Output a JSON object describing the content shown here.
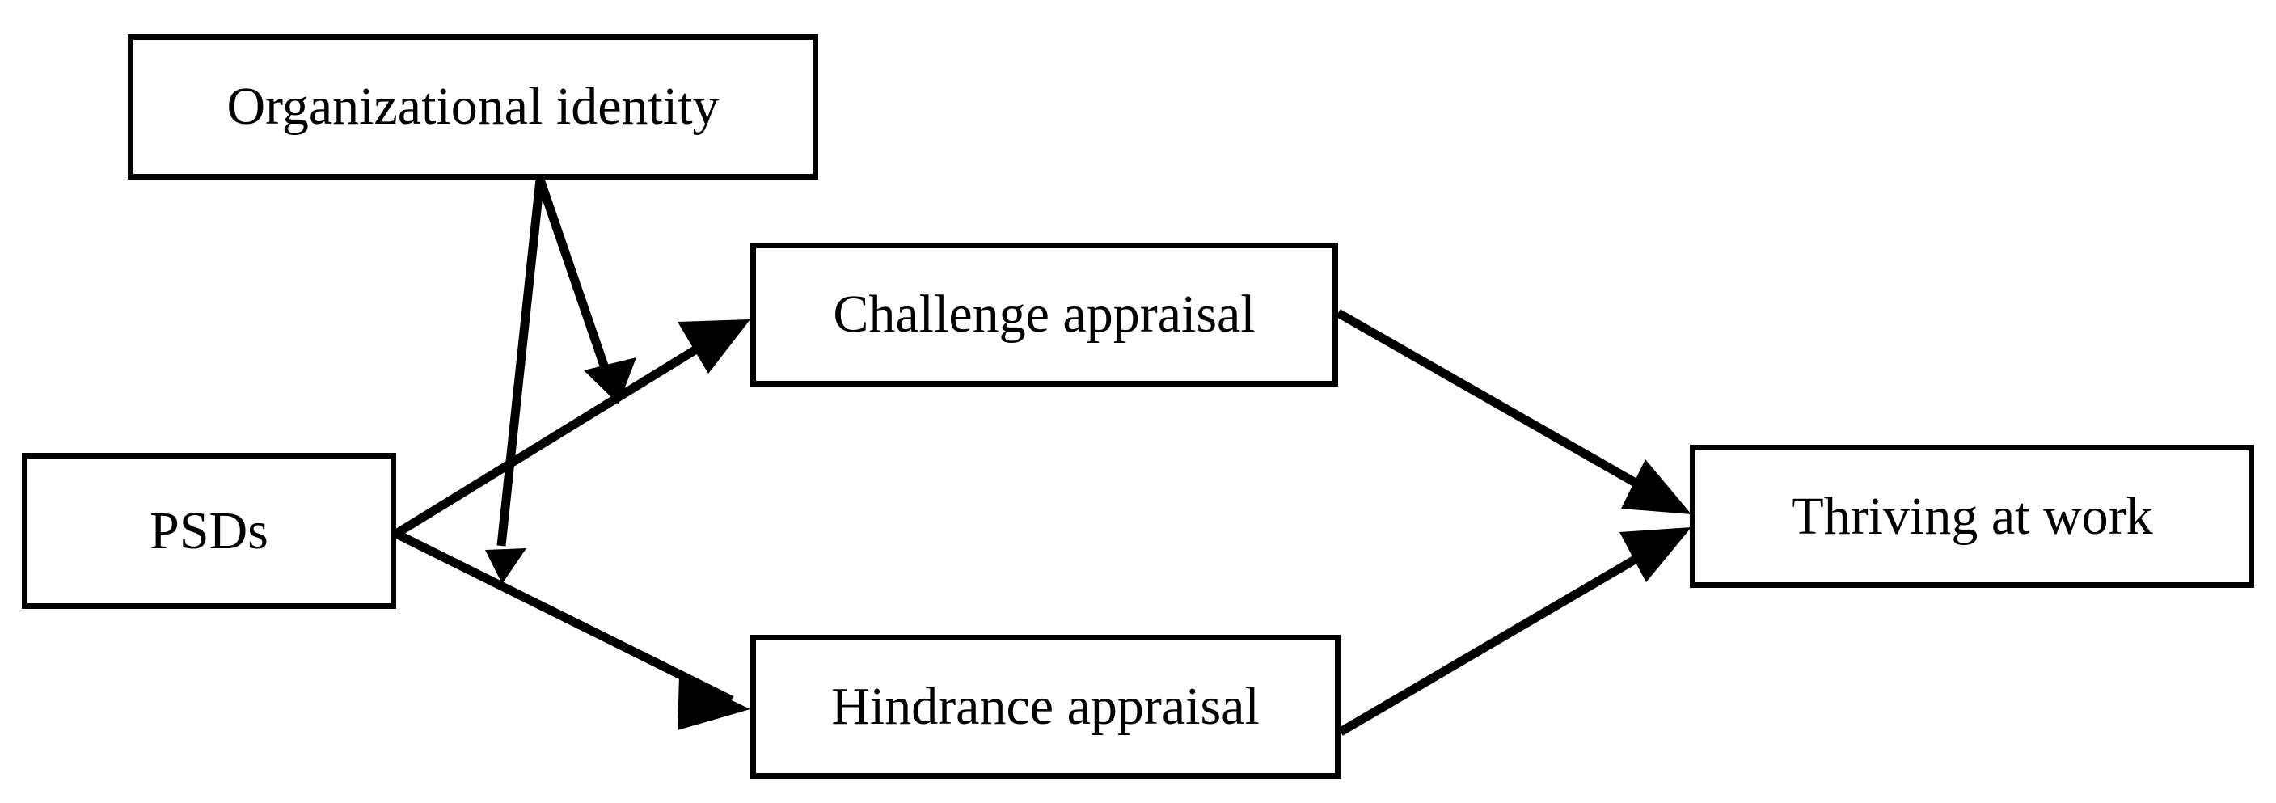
{
  "diagram": {
    "type": "conceptual-research-model",
    "background_color": "#ffffff",
    "line_color": "#000000",
    "nodes": [
      {
        "id": "organizational-identity",
        "label": "Organizational identity",
        "role": "moderator"
      },
      {
        "id": "psds",
        "label": "PSDs",
        "role": "independent-variable"
      },
      {
        "id": "challenge-appraisal",
        "label": "Challenge appraisal",
        "role": "mediator"
      },
      {
        "id": "hindrance-appraisal",
        "label": "Hindrance appraisal",
        "role": "mediator"
      },
      {
        "id": "thriving-at-work",
        "label": "Thriving at work",
        "role": "dependent-variable"
      }
    ],
    "edges": [
      {
        "id": "psds-to-challenge",
        "from": "psds",
        "to": "challenge-appraisal",
        "style": "solid-arrow"
      },
      {
        "id": "psds-to-hindrance",
        "from": "psds",
        "to": "hindrance-appraisal",
        "style": "solid-arrow"
      },
      {
        "id": "challenge-to-thriving",
        "from": "challenge-appraisal",
        "to": "thriving-at-work",
        "style": "solid-arrow"
      },
      {
        "id": "hindrance-to-thriving",
        "from": "hindrance-appraisal",
        "to": "thriving-at-work",
        "style": "solid-arrow"
      },
      {
        "id": "identity-moderates-challenge",
        "from": "organizational-identity",
        "to": "psds-to-challenge",
        "style": "solid-arrow-moderation"
      },
      {
        "id": "identity-moderates-hindrance",
        "from": "organizational-identity",
        "to": "psds-to-hindrance",
        "style": "solid-arrow-moderation"
      }
    ]
  }
}
